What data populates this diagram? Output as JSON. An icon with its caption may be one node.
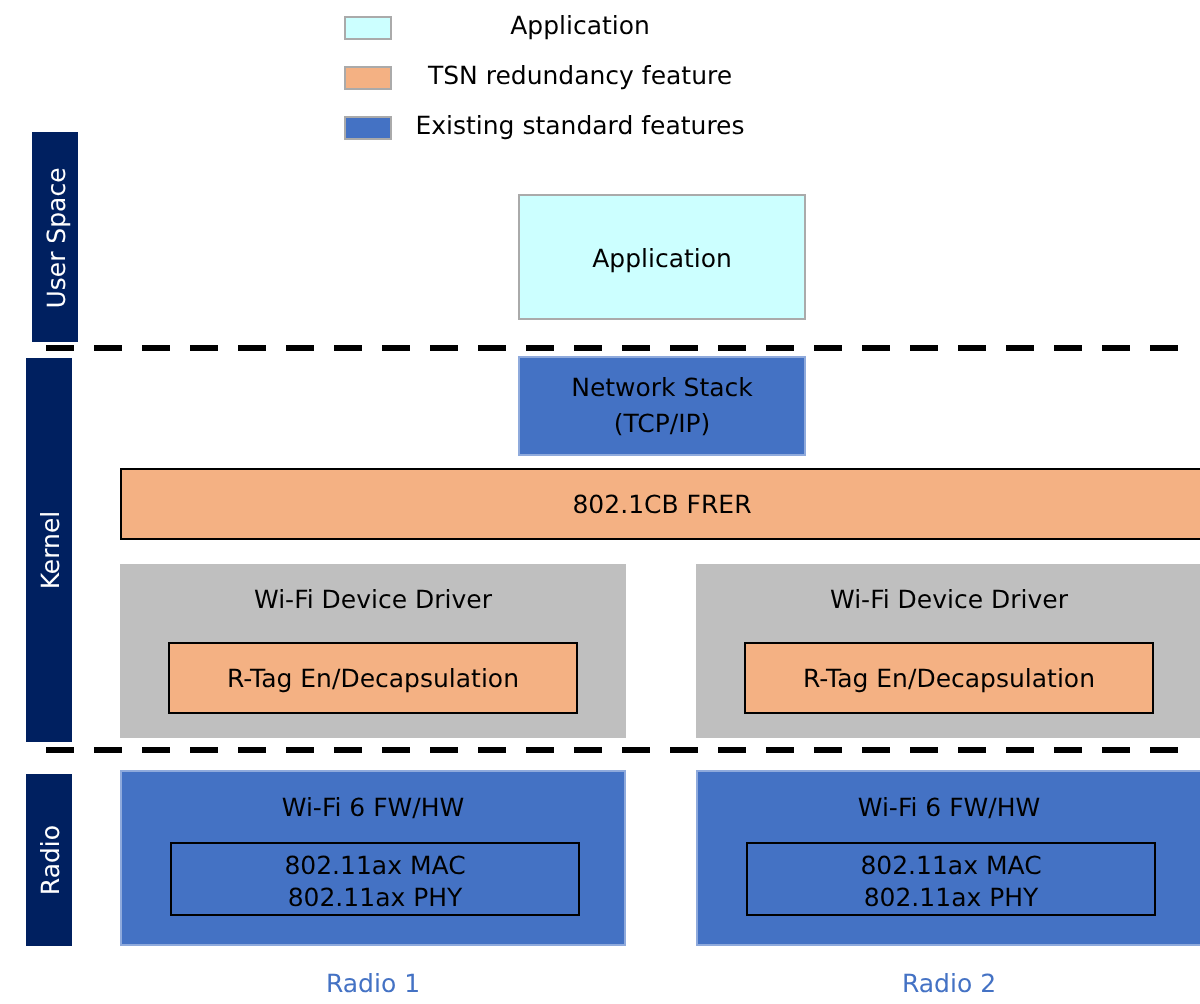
{
  "diagram": {
    "nodes": [
      {
        "text": [
          "User Space"
        ]
      },
      {
        "text": [
          "Kernel"
        ]
      },
      {
        "text": [
          "Radio"
        ]
      },
      {
        "text": [
          "Application"
        ]
      },
      {
        "text": [
          "Network Stack (TCP/IP)"
        ]
      },
      {
        "text": [
          "802.1CB FRER"
        ]
      },
      {
        "text": [
          "Wi-Fi Device Driver"
        ]
      },
      {
        "text": [
          "R-Tag En/Decapsulation"
        ],
        "in": 6
      },
      {
        "text": [
          "Wi-Fi Device Driver"
        ]
      },
      {
        "text": [
          "R-Tag En/Decapsulation"
        ],
        "in": 8
      },
      {
        "text": [
          "Wi-Fi 6 FW/HW"
        ],
        "beside": [
          "Radio 1"
        ]
      },
      {
        "text": [
          "802.11ax MAC",
          "802.11ax PHY"
        ],
        "in": 10
      },
      {
        "text": [
          "Wi-Fi 6 FW/HW"
        ],
        "beside": [
          "Radio 2"
        ]
      },
      {
        "text": [
          "802.11ax MAC",
          "802.11ax PHY"
        ],
        "in": 12
      }
    ],
    "legend": [
      {
        "text": "Application",
        "color": "#ccffff"
      },
      {
        "text": "TSN redundancy feature",
        "color": "#f4b183"
      },
      {
        "text": "Existing standard features",
        "color": "#4472c4"
      }
    ]
  }
}
